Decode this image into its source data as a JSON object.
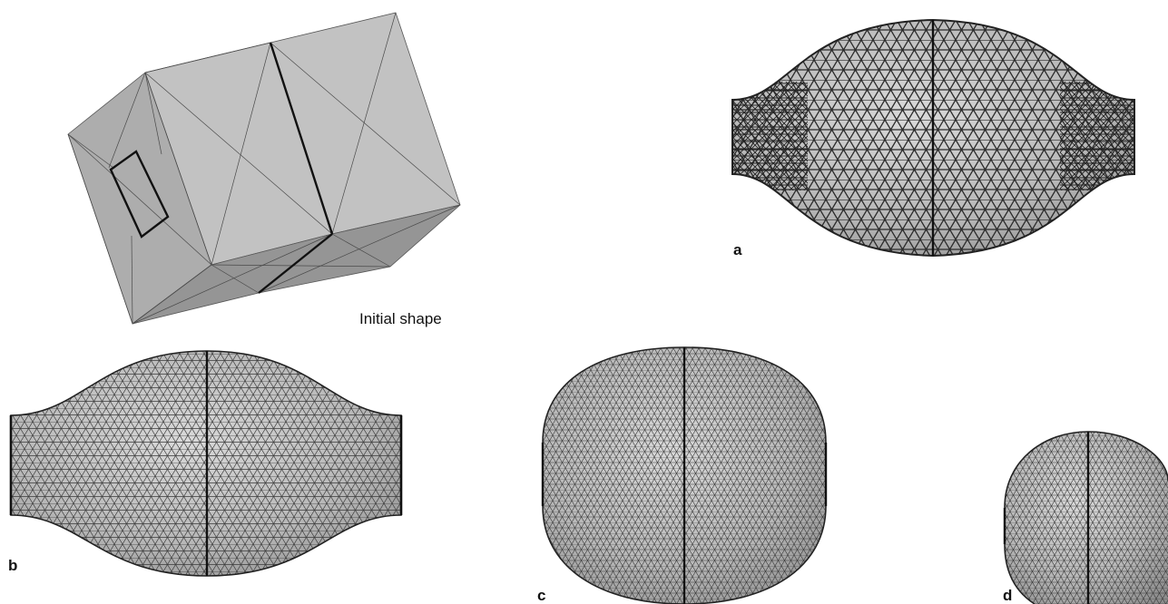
{
  "labels": {
    "initial_shape": "Initial shape",
    "panel_a": "a",
    "panel_b": "b",
    "panel_c": "c",
    "panel_d": "d"
  },
  "colors": {
    "background": "#ffffff",
    "box_light": "#bdbdbd",
    "box_mid": "#a8a8a8",
    "box_dark": "#8f8f8f",
    "mesh_fill": "#b4b4b4",
    "mesh_line": "#2b2b2b",
    "edge_dark": "#111111"
  }
}
